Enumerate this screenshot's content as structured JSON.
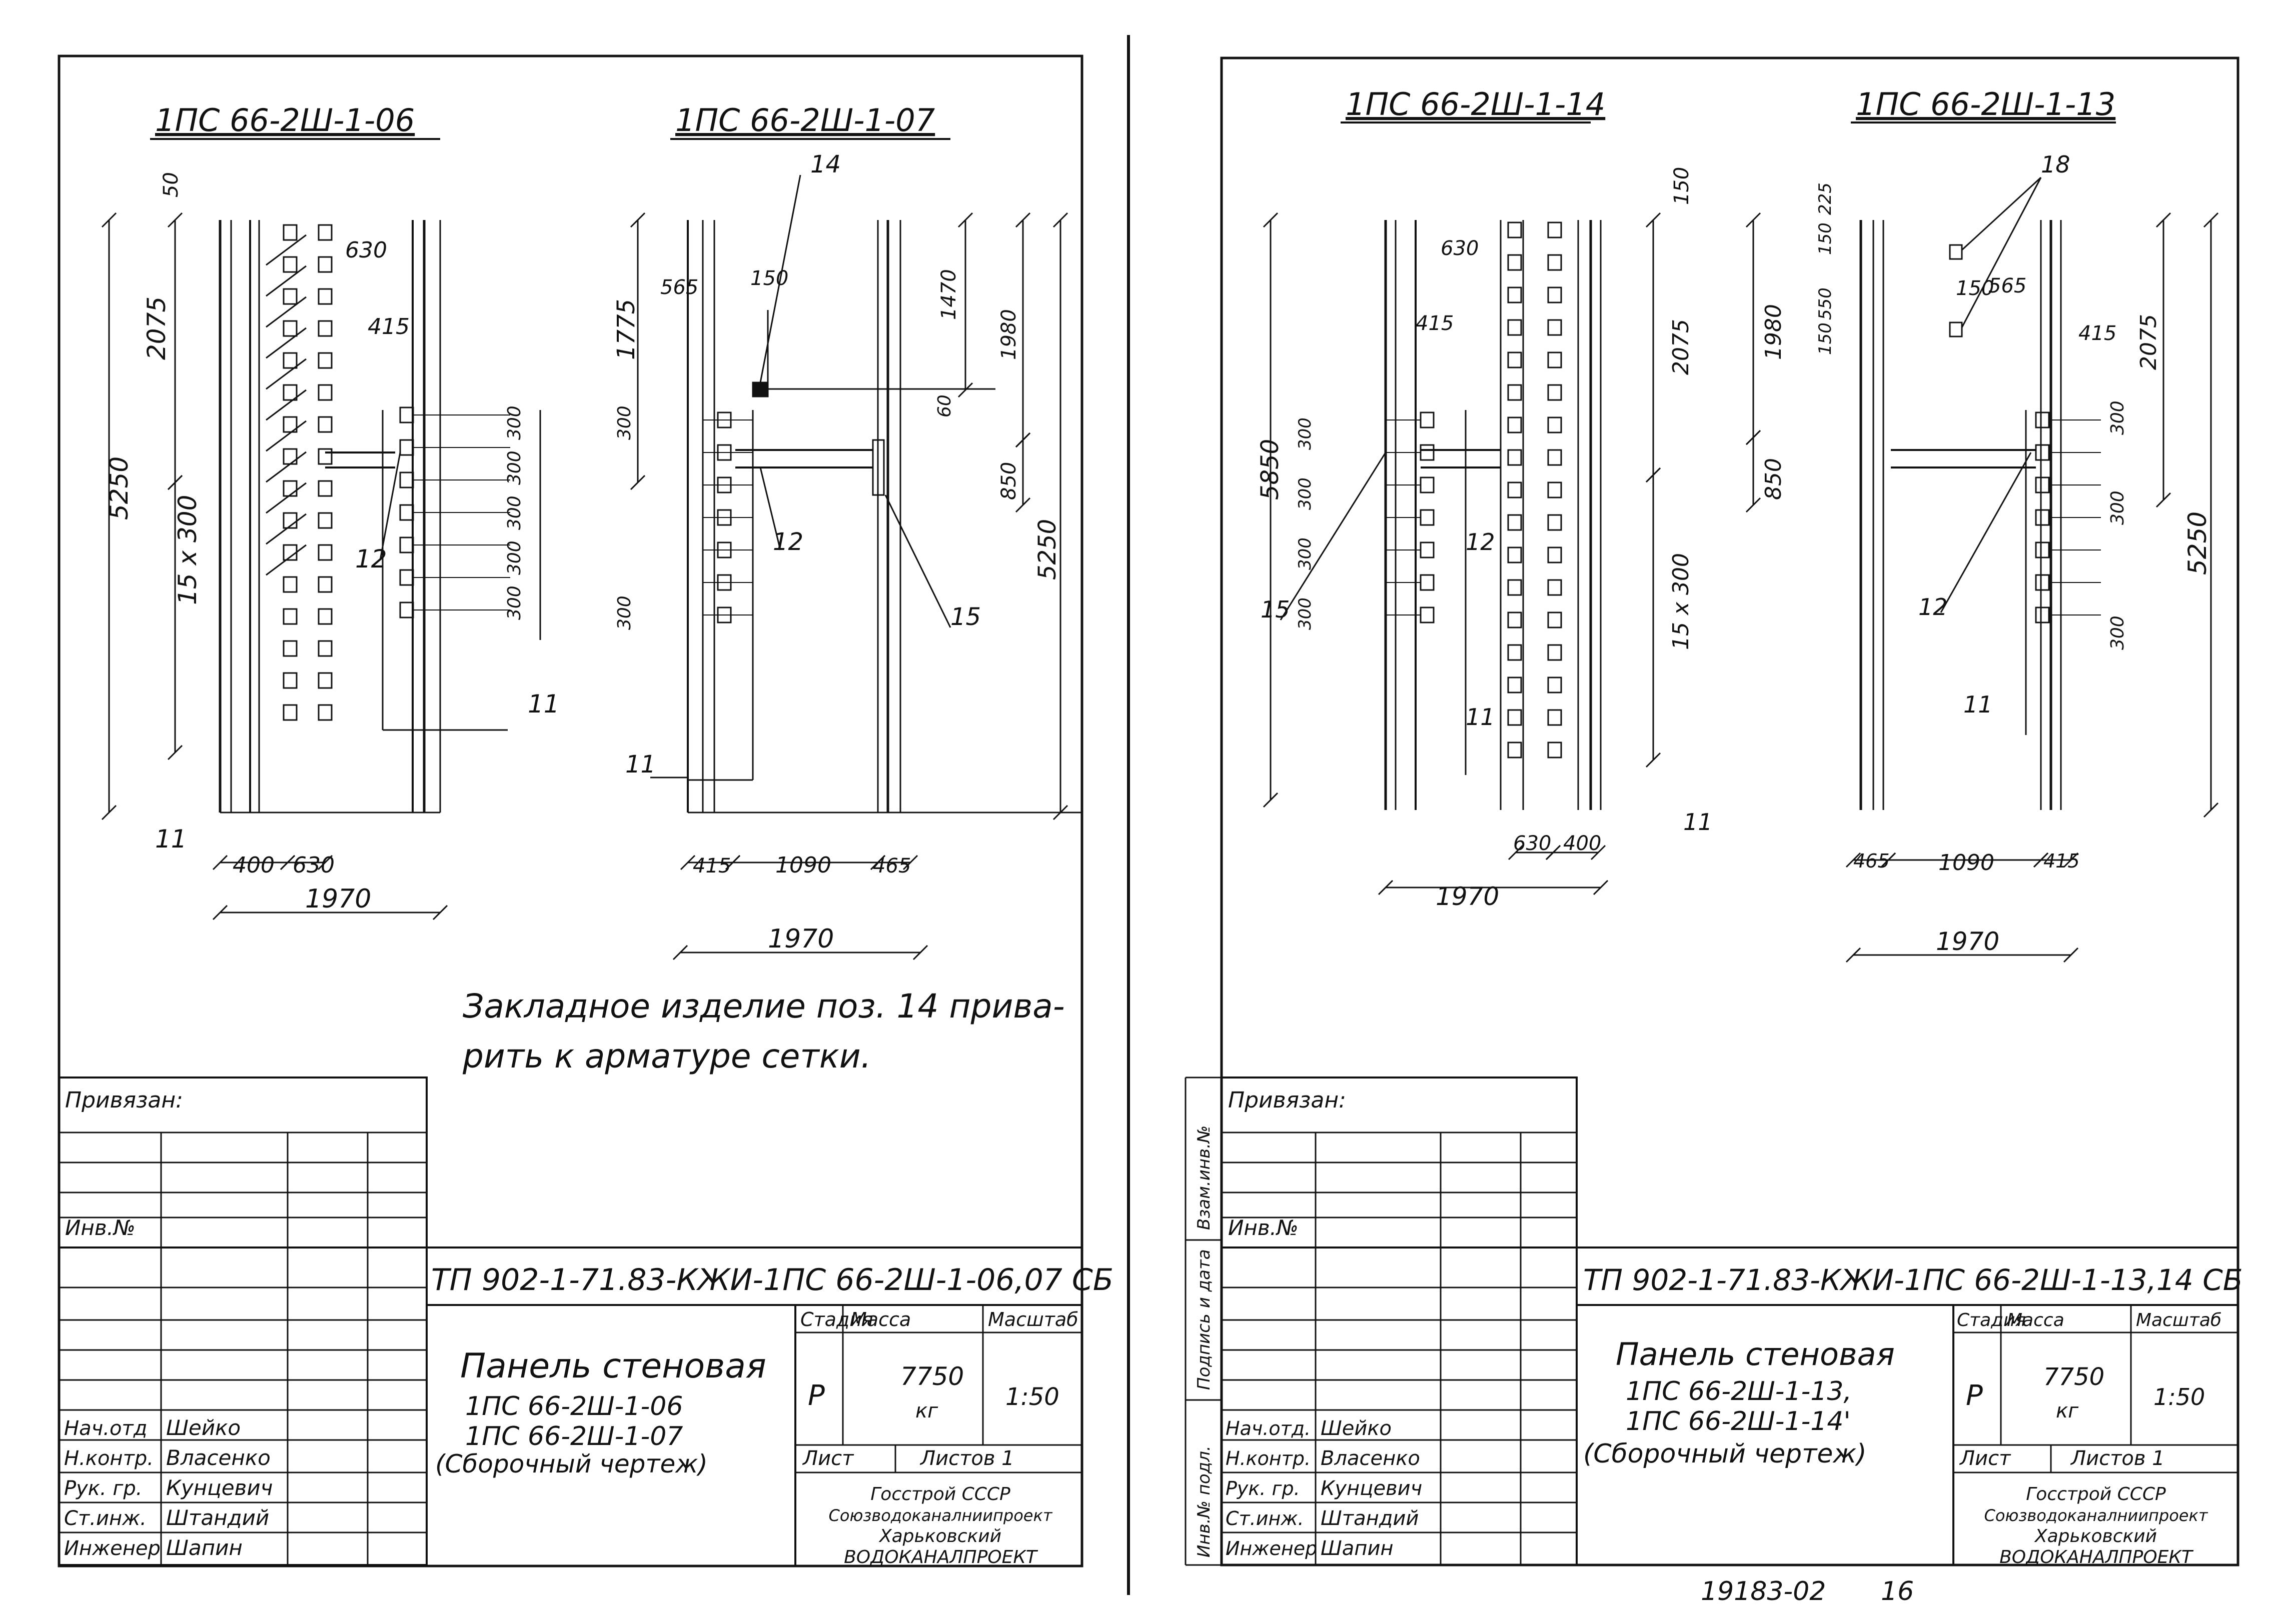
{
  "sheet_left": {
    "views": [
      {
        "title": "1ПС 66-2Ш-1-06",
        "dims": [
          "5250",
          "2075",
          "15 x 300",
          "630",
          "415",
          "400",
          "630",
          "1970",
          "50"
        ],
        "callouts": [
          "11",
          "12"
        ],
        "tier_dims": [
          "300",
          "300",
          "300",
          "300",
          "300"
        ]
      },
      {
        "title": "1ПС 66-2Ш-1-07",
        "dims": [
          "1775",
          "565",
          "150",
          "1470",
          "1980",
          "60",
          "850",
          "5250",
          "415",
          "1090",
          "465",
          "1970"
        ],
        "callouts": [
          "14",
          "12",
          "15",
          "11"
        ],
        "tier_dims": [
          "300",
          "300"
        ]
      }
    ],
    "note": "Закладное изделие поз. 14 прива-",
    "note2": "рить к арматуре сетки.",
    "binding_label": "Привязан:",
    "inv_label": "Инв.№",
    "doc_code": "ТП 902-1-71.83-КЖИ-1ПС 66-2Ш-1-06,07 СБ",
    "name_lines": [
      "Панель стеновая",
      "1ПС 66-2Ш-1-06",
      "1ПС 66-2Ш-1-07",
      "(Сборочный чертеж)"
    ],
    "headers": {
      "stage": "Стадия",
      "mass": "Масса",
      "scale": "Масштаб"
    },
    "stage": "Р",
    "mass": "7750",
    "mass_unit": "кг",
    "scale": "1:50",
    "sheet": "Лист",
    "sheets": "Листов 1",
    "org": [
      "Госстрой СССР",
      "Союзводоканалниипроект",
      "Харьковский",
      "ВОДОКАНАЛПРОЕКТ"
    ],
    "signers": [
      {
        "role": "Нач.отд",
        "name": "Шейко"
      },
      {
        "role": "Н.контр.",
        "name": "Власенко"
      },
      {
        "role": "Рук. гр.",
        "name": "Кунцевич"
      },
      {
        "role": "Ст.инж.",
        "name": "Штандий"
      },
      {
        "role": "Инженер",
        "name": "Шапин"
      }
    ]
  },
  "sheet_right": {
    "views": [
      {
        "title": "1ПС 66-2Ш-1-14",
        "dims": [
          "5850",
          "630",
          "415",
          "2075",
          "15 x 300",
          "150",
          "1970",
          "630",
          "400"
        ],
        "callouts": [
          "12",
          "15",
          "11",
          "11"
        ],
        "tier_dims": [
          "300",
          "300",
          "300",
          "300"
        ]
      },
      {
        "title": "1ПС 66-2Ш-1-13",
        "dims": [
          "225",
          "150",
          "550",
          "150",
          "150",
          "565",
          "1980",
          "415",
          "2075",
          "850",
          "300",
          "5250",
          "465",
          "1090",
          "415",
          "1970"
        ],
        "callouts": [
          "18",
          "12",
          "11"
        ],
        "tier_dims": [
          "300",
          "300"
        ]
      }
    ],
    "side_labels": [
      "Взам.инв.№",
      "Подпись и дата",
      "Инв.№ подл."
    ],
    "binding_label": "Привязан:",
    "inv_label": "Инв.№",
    "doc_code": "ТП 902-1-71.83-КЖИ-1ПС 66-2Ш-1-13,14 СБ",
    "name_lines": [
      "Панель стеновая",
      "1ПС 66-2Ш-1-13,",
      "1ПС 66-2Ш-1-14'",
      "(Сборочный чертеж)"
    ],
    "headers": {
      "stage": "Стадия",
      "mass": "Масса",
      "scale": "Масштаб"
    },
    "stage": "Р",
    "mass": "7750",
    "mass_unit": "кг",
    "scale": "1:50",
    "sheet": "Лист",
    "sheets": "Листов 1",
    "org": [
      "Госстрой СССР",
      "Союзводоканалниипроект",
      "Харьковский",
      "ВОДОКАНАЛПРОЕКТ"
    ],
    "signers": [
      {
        "role": "Нач.отд.",
        "name": "Шейко"
      },
      {
        "role": "Н.контр.",
        "name": "Власенко"
      },
      {
        "role": "Рук. гр.",
        "name": "Кунцевич"
      },
      {
        "role": "Ст.инж.",
        "name": "Штандий"
      },
      {
        "role": "Инженер",
        "name": "Шапин"
      }
    ],
    "footer_code": "19183-02",
    "footer_page": "16"
  }
}
